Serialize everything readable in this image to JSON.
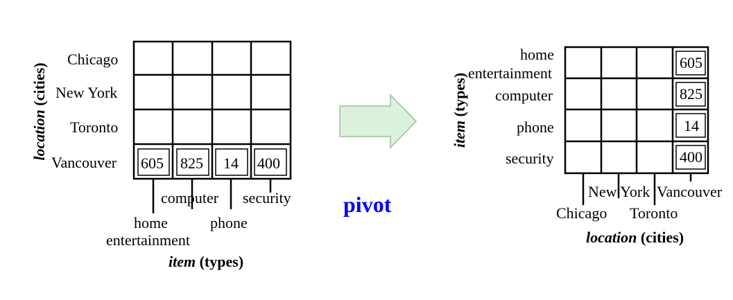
{
  "left": {
    "rows": [
      "Chicago",
      "New York",
      "Toronto",
      "Vancouver"
    ],
    "values": [
      "605",
      "825",
      "14",
      "400"
    ],
    "col_labels": [
      "computer",
      "security",
      "home",
      "entertainment",
      "phone"
    ],
    "y_axis": {
      "name": "location",
      "unit": "(cities)"
    },
    "x_axis": {
      "name": "item",
      "unit": "(types)"
    }
  },
  "center": {
    "pivot_label": "pivot",
    "arrow_color": "#dcf1dc",
    "label_color": "#0000ff"
  },
  "right": {
    "rows": [
      "home",
      "entertainment",
      "computer",
      "phone",
      "security"
    ],
    "values": [
      "605",
      "825",
      "14",
      "400"
    ],
    "col_labels": [
      "New York",
      "Vancouver",
      "Chicago",
      "Toronto"
    ],
    "y_axis": {
      "name": "item",
      "unit": "(types)"
    },
    "x_axis": {
      "name": "location",
      "unit": "(cities)"
    }
  }
}
